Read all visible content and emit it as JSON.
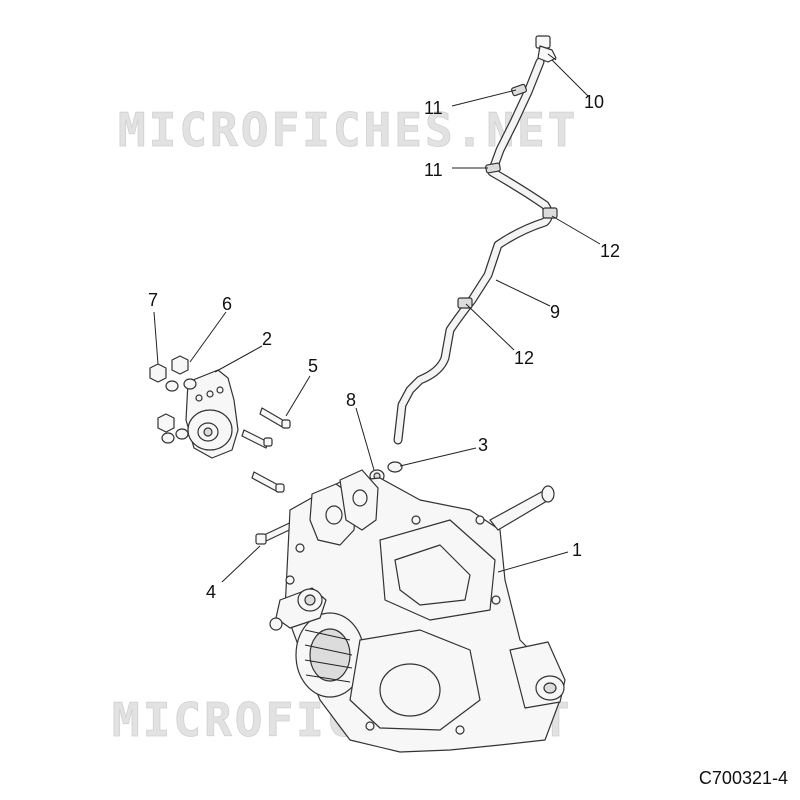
{
  "watermark": {
    "top_text": "MICROFICHES.NET",
    "bottom_text": "MICROFICHES.NET"
  },
  "drawing_number": "C700321-4",
  "callouts": {
    "c1": "1",
    "c2": "2",
    "c3": "3",
    "c4": "4",
    "c5": "5",
    "c6": "6",
    "c7": "7",
    "c8": "8",
    "c9": "9",
    "c10": "10",
    "c11a": "11",
    "c11b": "11",
    "c12a": "12",
    "c12b": "12"
  },
  "colors": {
    "line": "#333333",
    "fill": "#f7f7f7",
    "watermark": "#e2e2e2"
  }
}
